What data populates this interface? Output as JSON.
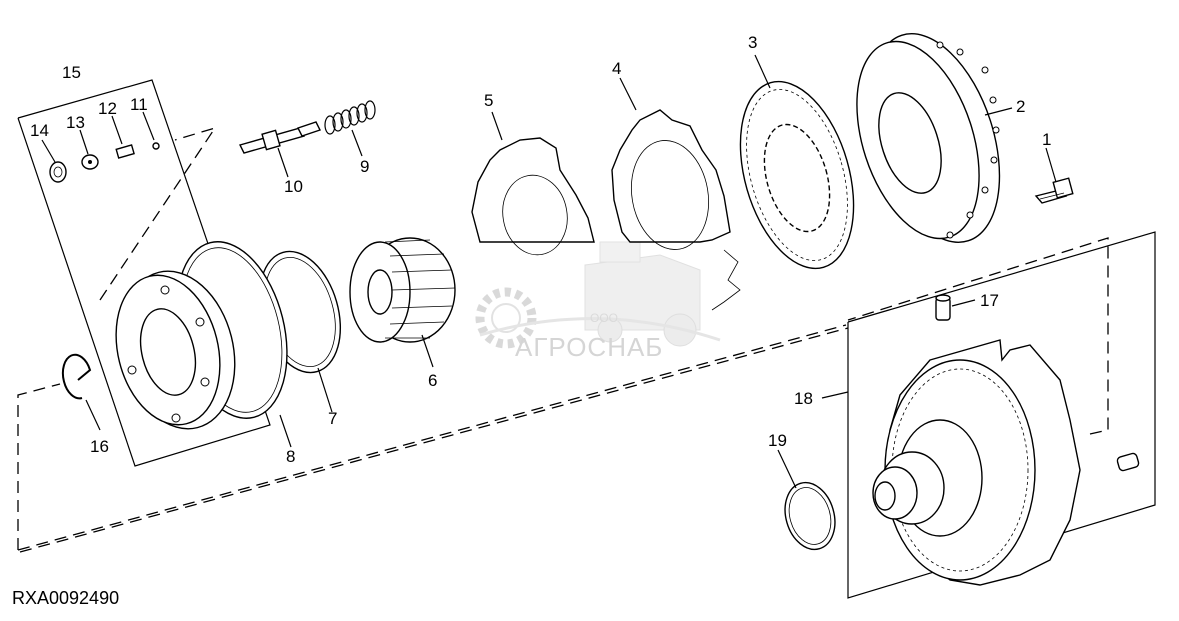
{
  "diagram": {
    "figure_code": "RXA0092490",
    "callouts": [
      "1",
      "2",
      "3",
      "4",
      "5",
      "6",
      "7",
      "8",
      "9",
      "10",
      "11",
      "12",
      "13",
      "14",
      "15",
      "16",
      "17",
      "18",
      "19"
    ]
  },
  "watermark": {
    "company": "АГРОСНАБ",
    "prefix": "ООО"
  }
}
